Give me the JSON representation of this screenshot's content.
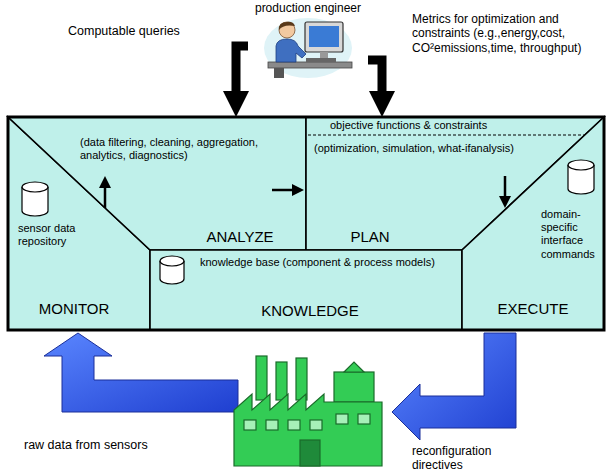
{
  "diagram": {
    "nodes": [
      {
        "text": [
          "production engineer"
        ]
      },
      {
        "text": [
          "sensor data repository",
          "MONITOR"
        ]
      },
      {
        "text": [
          "(data filtering, cleaning, aggregation, analytics, diagnostics)",
          "ANALYZE"
        ]
      },
      {
        "text": [
          "objective functions & constraints",
          "(optimization, simulation, what-ifanalysis)",
          "PLAN"
        ]
      },
      {
        "text": [
          "knowledge base (component & process models)",
          "KNOWLEDGE"
        ]
      },
      {
        "text": [
          "domain-specific interface commands",
          "EXECUTE"
        ]
      }
    ],
    "edges": [
      {
        "from": 0,
        "to": 2,
        "arrow": "to",
        "label": "Computable queries"
      },
      {
        "from": 0,
        "to": 3,
        "arrow": "to",
        "label": "Metrics for optimization and constraints (e.g.,energy,cost, CO²emissions,time, throughput)"
      },
      {
        "from": 1,
        "to": 2,
        "arrow": "to"
      },
      {
        "from": 2,
        "to": 3,
        "arrow": "to"
      },
      {
        "from": 3,
        "to": 5,
        "arrow": "to"
      }
    ],
    "labels": [
      "raw data from sensors",
      "reconfiguration directives"
    ]
  }
}
